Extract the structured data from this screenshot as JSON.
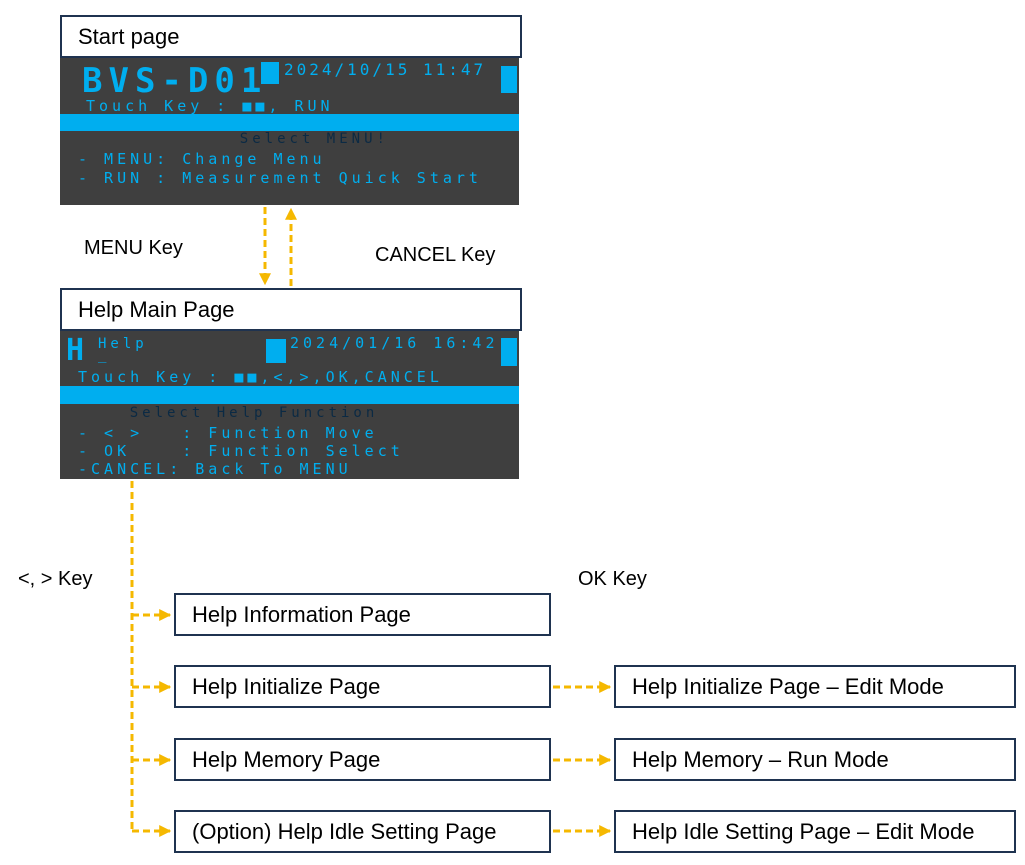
{
  "start": {
    "title": "Start page",
    "device": "BVS-D01",
    "datetime": "2024/10/15 11:47",
    "touch": "Touch Key : ■■, RUN",
    "bar": "Select MENU!",
    "line1": "- MENU: Change Menu",
    "line2": "- RUN : Measurement Quick Start"
  },
  "help": {
    "title": "Help Main Page",
    "icon_letter": "H",
    "name": "Help",
    "cursor": "_",
    "datetime": "2024/01/16 16:42",
    "touch": "Touch Key : ■■,<,>,OK,CANCEL",
    "bar": "Select Help Function",
    "line1": "- < >   : Function Move",
    "line2": "- OK    : Function Select",
    "line3": "-CANCEL: Back To MENU"
  },
  "keys": {
    "menu": "MENU Key",
    "cancel": "CANCEL Key",
    "arrows": "<, > Key",
    "ok": "OK Key"
  },
  "pages": [
    {
      "label": "Help Information Page"
    },
    {
      "label": "Help Initialize Page",
      "target": "Help Initialize Page – Edit Mode"
    },
    {
      "label": "Help Memory Page",
      "target": "Help Memory  – Run Mode"
    },
    {
      "label": "(Option) Help Idle Setting Page",
      "target": "Help Idle Setting Page – Edit Mode"
    }
  ],
  "colors": {
    "arrow": "#f5b800",
    "screen_bg": "#3f3f3f",
    "screen_text": "#00aeef",
    "border": "#1f3350"
  }
}
